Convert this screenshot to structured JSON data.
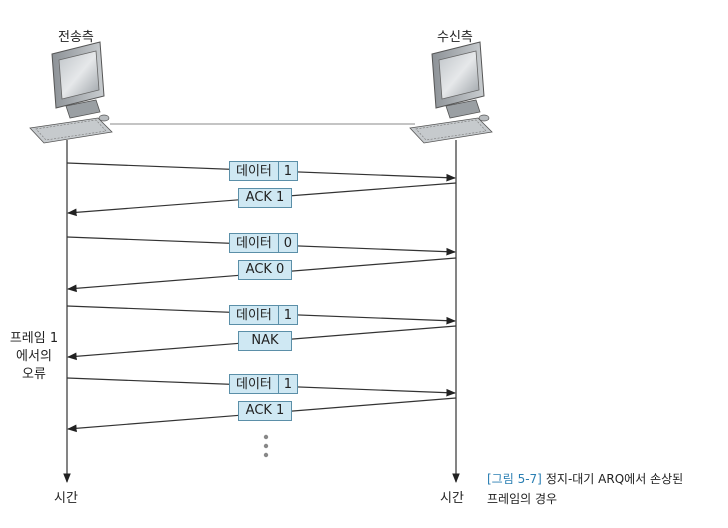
{
  "sender": {
    "label": "전송측"
  },
  "receiver": {
    "label": "수신측"
  },
  "time_axis": {
    "left_label": "시간",
    "right_label": "시간"
  },
  "error_note": {
    "lines": [
      "프레임 1",
      "에서의",
      "오류"
    ]
  },
  "exchanges": [
    {
      "frame_label": "데이터",
      "frame_number": "1",
      "reply": "ACK 1"
    },
    {
      "frame_label": "데이터",
      "frame_number": "0",
      "reply": "ACK 0"
    },
    {
      "frame_label": "데이터",
      "frame_number": "1",
      "reply": "NAK"
    },
    {
      "frame_label": "데이터",
      "frame_number": "1",
      "reply": "ACK 1"
    }
  ],
  "caption": {
    "figure": "[그림 5-7]",
    "title_line1": "정지-대기 ARQ에서 손상된",
    "title_line2": "프레임의 경우"
  },
  "colors": {
    "box_fill": "#cfe8f3",
    "box_border": "#5b8fa8",
    "line": "#333333",
    "caption_accent": "#2b7fb3"
  },
  "icons": [
    "computer-icon",
    "computer-icon"
  ]
}
